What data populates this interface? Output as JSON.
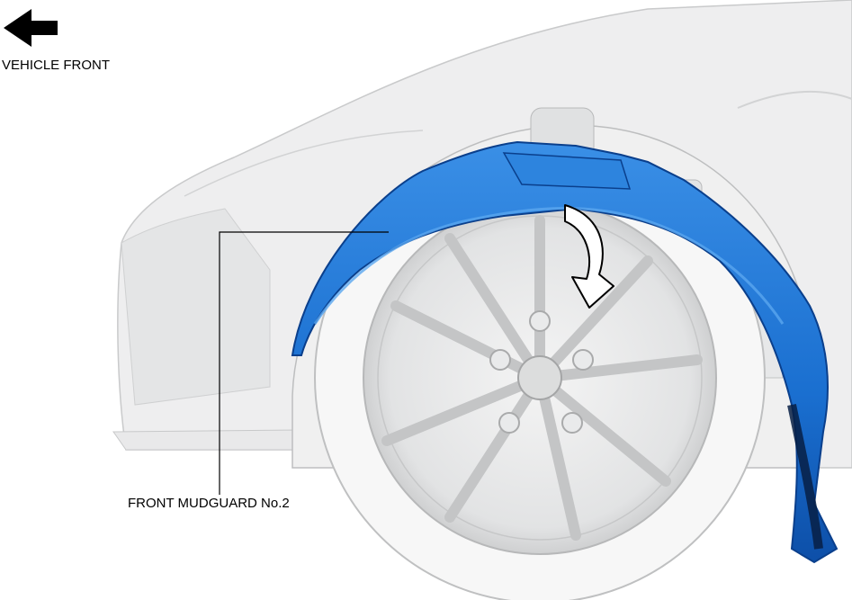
{
  "direction_indicator": {
    "label": "VEHICLE FRONT",
    "icon": "arrow-left-icon"
  },
  "callouts": [
    {
      "label": "FRONT MUDGUARD No.2"
    }
  ],
  "colors": {
    "part_highlight": "#1a6fd0",
    "part_dark": "#0d4fa8",
    "body_gray": "#e6e7e8",
    "body_line": "#c9cacb",
    "ink": "#000000"
  },
  "rotation_arrow": {
    "icon": "curved-arrow-icon",
    "direction": "downward / clockwise"
  }
}
